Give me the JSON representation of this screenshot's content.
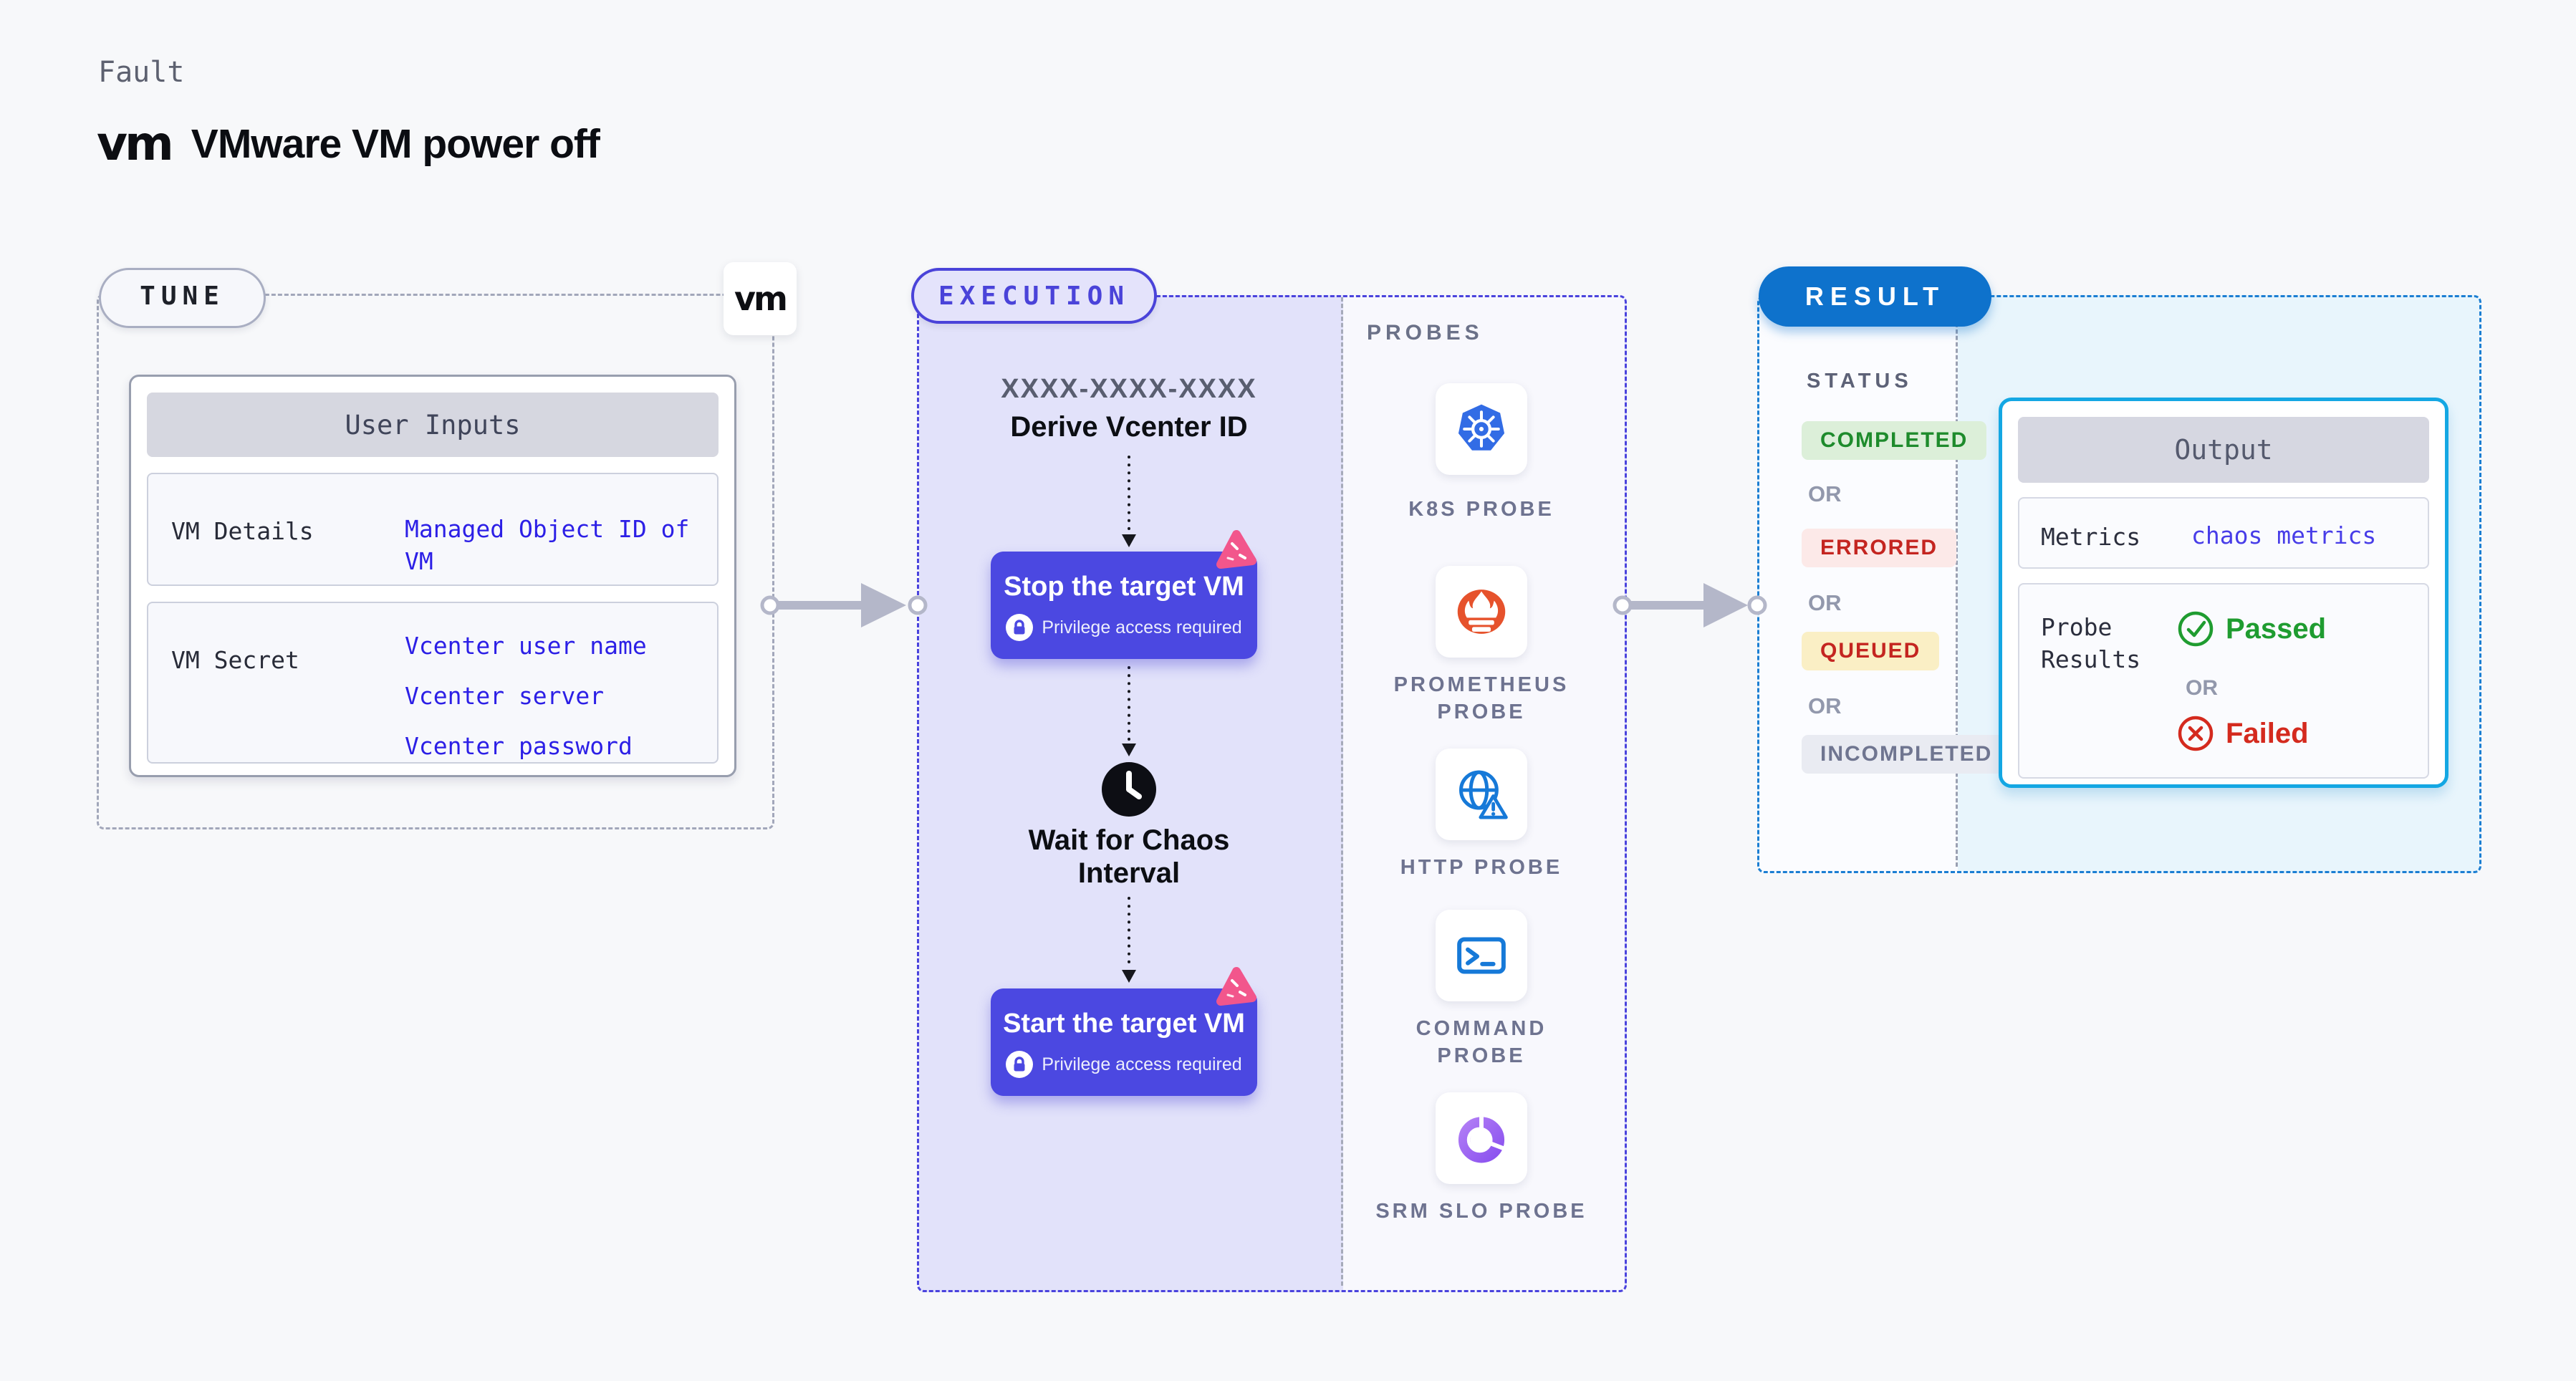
{
  "page": {
    "fault_label": "Fault",
    "brand_logo": "vm",
    "title": "VMware VM power off"
  },
  "tune": {
    "badge": "TUNE",
    "logo": "vm",
    "user_inputs": {
      "header": "User Inputs",
      "rows": [
        {
          "label": "VM Details",
          "values": [
            "Managed Object ID of VM"
          ]
        },
        {
          "label": "VM Secret",
          "values": [
            "Vcenter user name",
            "Vcenter server",
            "Vcenter password"
          ]
        }
      ]
    }
  },
  "execution": {
    "badge": "EXECUTION",
    "derive": {
      "code": "XXXX-XXXX-XXXX",
      "label": "Derive Vcenter ID"
    },
    "steps": {
      "stop": {
        "label": "Stop the target VM",
        "note": "Privilege access required"
      },
      "wait": {
        "label": "Wait for Chaos Interval"
      },
      "start": {
        "label": "Start the target VM",
        "note": "Privilege access required"
      }
    }
  },
  "probes": {
    "header": "PROBES",
    "items": [
      {
        "label": "K8S PROBE",
        "icon": "kubernetes-icon"
      },
      {
        "label": "PROMETHEUS PROBE",
        "icon": "prometheus-icon"
      },
      {
        "label": "HTTP PROBE",
        "icon": "http-globe-warning-icon"
      },
      {
        "label": "COMMAND PROBE",
        "icon": "terminal-icon"
      },
      {
        "label": "SRM SLO PROBE",
        "icon": "slo-donut-check-icon"
      }
    ]
  },
  "result": {
    "badge": "RESULT",
    "status_header": "STATUS",
    "or_label": "OR",
    "statuses": [
      {
        "label": "COMPLETED",
        "bg": "#dcefd9",
        "fg": "#1e8b2c"
      },
      {
        "label": "ERRORED",
        "bg": "#fce9e8",
        "fg": "#c42520"
      },
      {
        "label": "QUEUED",
        "bg": "#faefc5",
        "fg": "#c42520"
      },
      {
        "label": "INCOMPLETED",
        "bg": "#e9ebf2",
        "fg": "#6f7590"
      }
    ],
    "output": {
      "header": "Output",
      "metrics_label": "Metrics",
      "metrics_value": "chaos metrics",
      "probe_results_label": "Probe Results",
      "passed_label": "Passed",
      "failed_label": "Failed"
    }
  },
  "colors": {
    "page_bg": "#f7f8fa",
    "execution_bg": "#e2e2fa",
    "execution_border": "#4a43dd",
    "step_button": "#4b48e1",
    "chaos_pink": "#f2568c",
    "tune_border": "#a2a7ba",
    "result_border": "#1b7ed2",
    "result_pill": "#0e72cc",
    "output_border": "#14a7e3",
    "value_blue": "#2c1fe6",
    "passed_green": "#1f9c30",
    "failed_red": "#d42a1e",
    "arrow_gray": "#b4b7c9"
  }
}
